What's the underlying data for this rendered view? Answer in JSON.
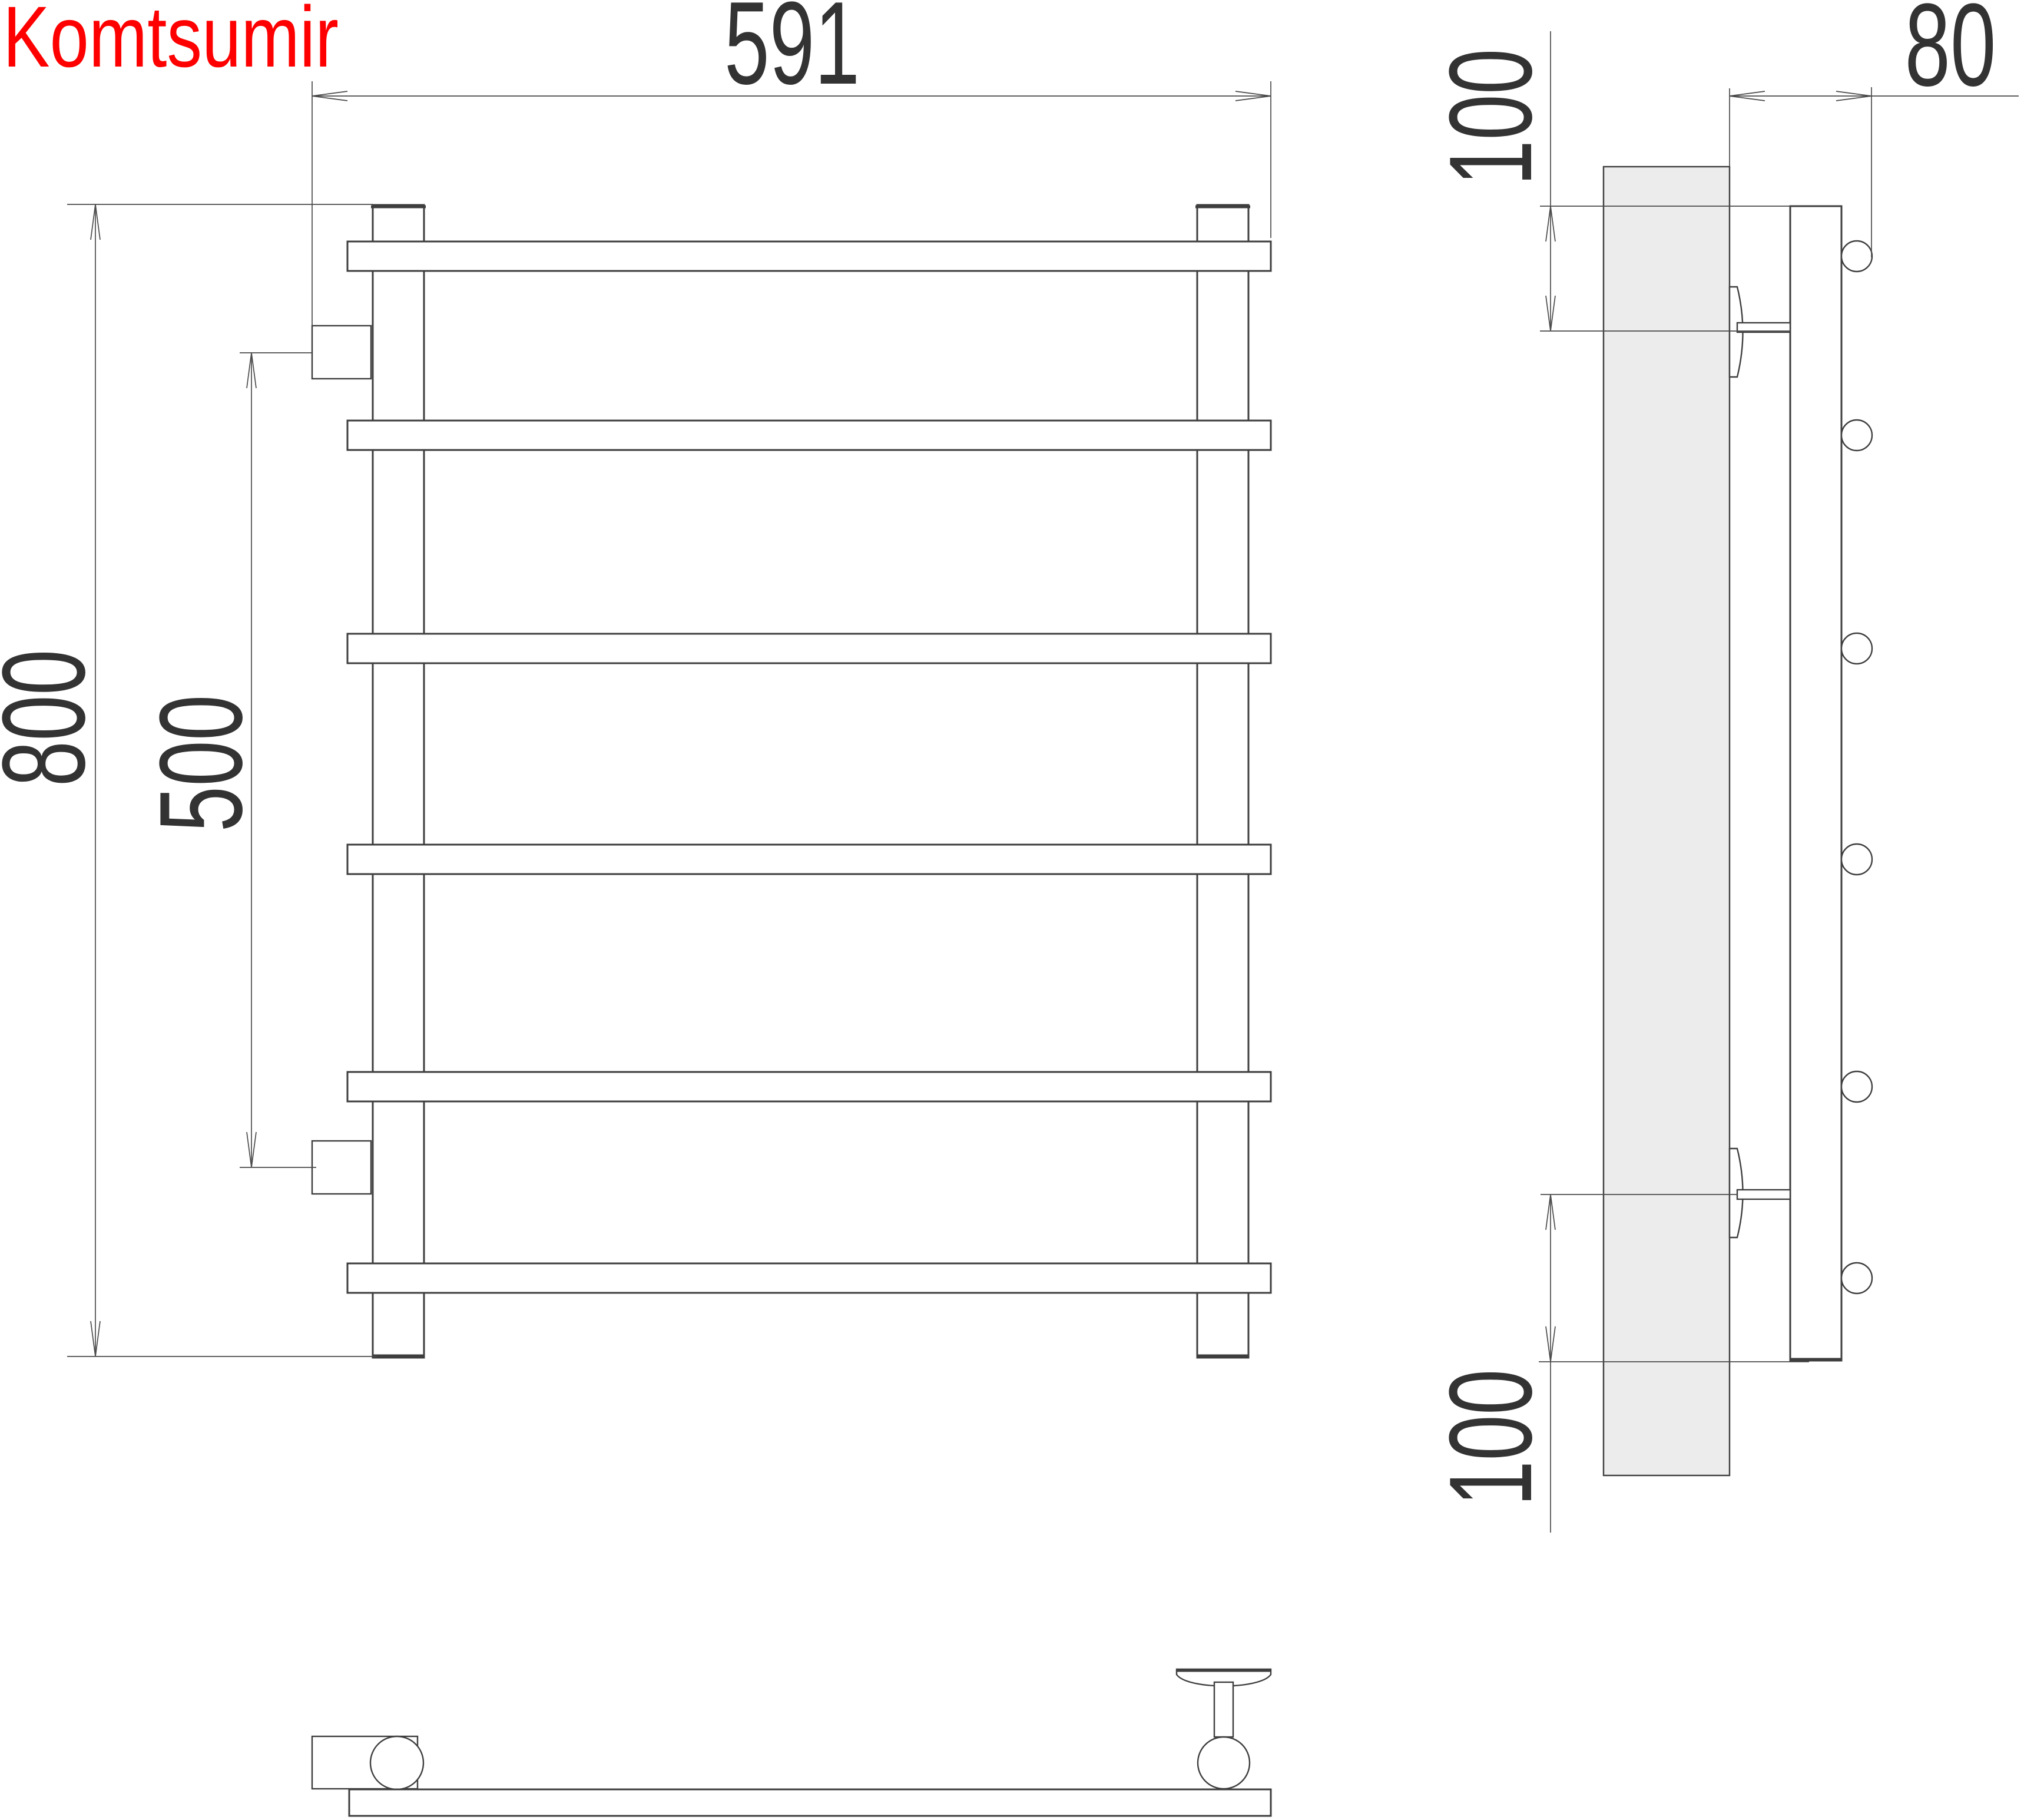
{
  "brand": {
    "name": "Komtsumir"
  },
  "dimensions": {
    "overall_width": "591",
    "overall_height": "800",
    "connection_spacing": "500",
    "top_offset": "100",
    "wall_depth": "80",
    "bottom_offset": "100"
  },
  "colors": {
    "brand": "#fe0000",
    "outline": "#3e3e3e",
    "line": "#4a4a4a",
    "text": "#333333",
    "panel": "#ececec",
    "bg": "#ffffff"
  }
}
